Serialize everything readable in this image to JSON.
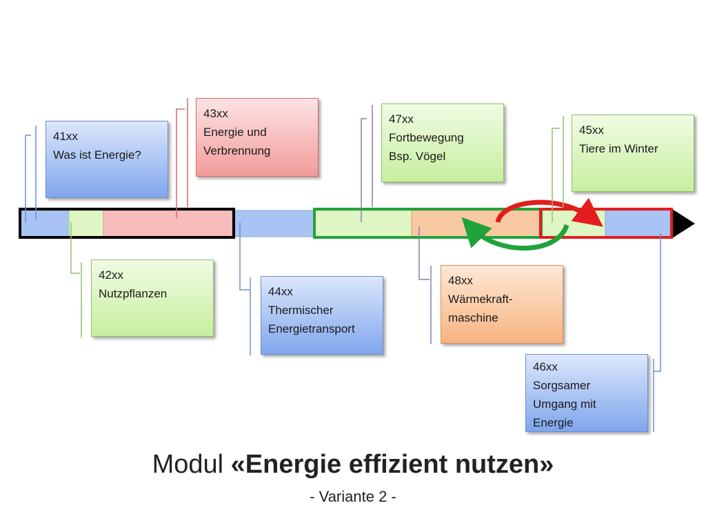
{
  "boxes": {
    "b41": {
      "code": "41xx",
      "line1": "Was ist Energie?",
      "line2": "",
      "line3": ""
    },
    "b42": {
      "code": "42xx",
      "line1": "Nutzpflanzen",
      "line2": "",
      "line3": ""
    },
    "b43": {
      "code": "43xx",
      "line1": "Energie und",
      "line2": "Verbrennung",
      "line3": ""
    },
    "b44": {
      "code": "44xx",
      "line1": "Thermischer",
      "line2": "Energietransport",
      "line3": ""
    },
    "b45": {
      "code": "45xx",
      "line1": "Tiere im Winter",
      "line2": "",
      "line3": ""
    },
    "b46": {
      "code": "46xx",
      "line1": "Sorgsamer",
      "line2": "Umgang mit",
      "line3": "Energie"
    },
    "b47": {
      "code": "47xx",
      "line1": "Fortbewegung",
      "line2": "Bsp. Vögel",
      "line3": ""
    },
    "b48": {
      "code": "48xx",
      "line1": "Wärmekraft-",
      "line2": "maschine",
      "line3": ""
    }
  },
  "title": {
    "prefix": "Modul ",
    "bold": "«Energie effizient nutzen»"
  },
  "subtitle": "- Variante 2 -",
  "colors": {
    "blue": "#a9c3f4",
    "green": "#dff6c4",
    "red": "#f7bcbc",
    "orange": "#f9c9a3",
    "frame_black": "#000000",
    "frame_green": "#22a33a",
    "frame_red": "#e31d1d"
  }
}
